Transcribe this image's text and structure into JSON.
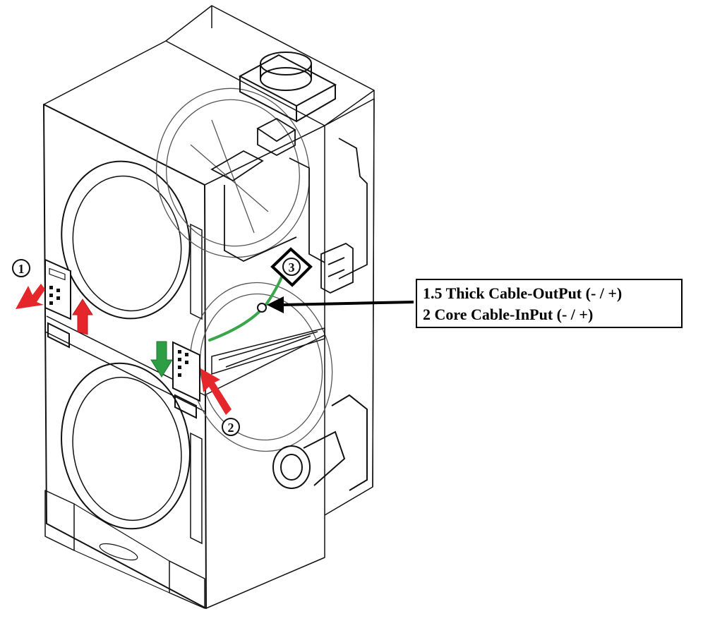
{
  "callouts": {
    "one": "1",
    "two": "2",
    "three": "3"
  },
  "label": {
    "line1": "1.5 Thick Cable-OutPut (- / +)",
    "line2": "2 Core Cable-InPut (- / +)"
  },
  "colors": {
    "line": "#111111",
    "red_arrow": "#e5262b",
    "green_arrow": "#2e9e44",
    "cable_green": "#3aa64b",
    "black": "#000000"
  }
}
